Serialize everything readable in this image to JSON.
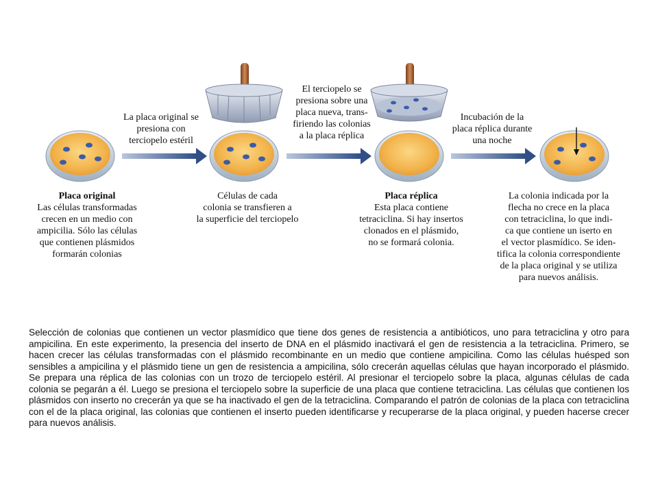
{
  "colors": {
    "agar": "#f2b24a",
    "agar_rim": "#b9c6d3",
    "colony": "#3b5ba8",
    "arrow": "#2f4f86",
    "velvet": "#c3ccdc",
    "handle": "#b86a3a"
  },
  "steps": {
    "press_original": [
      "La placa original se",
      "presiona con",
      "terciopelo estéril"
    ],
    "press_new": [
      "El terciopelo se",
      "presiona sobre una",
      "placa nueva, trans-",
      "firiendo las colonias",
      "a la placa réplica"
    ],
    "incubation": [
      "Incubación de la",
      "placa réplica durante",
      "una noche"
    ]
  },
  "plates": {
    "original": {
      "title": "Placa original",
      "lines": [
        "Las células transformadas",
        "crecen en un medio con",
        "ampicilia. Sólo las células",
        "que contienen plásmidos",
        "formarán colonias"
      ]
    },
    "velvet": {
      "lines": [
        "Células de cada",
        "colonia se transfieren a",
        "la superficie del terciopelo"
      ]
    },
    "replica": {
      "title": "Placa réplica",
      "lines": [
        "Esta placa contiene",
        "tetraciclina. Si hay insertos",
        "clonados en el plásmido,",
        "no se formará colonia."
      ]
    },
    "final": {
      "lines": [
        "La colonia indicada por la",
        "flecha no crece en la placa",
        "con tetraciclina, lo que indi-",
        "ca que contiene un iserto en",
        "el vector plasmídico. Se iden-",
        "tifica la colonia correspondiente",
        "de la placa original y se utiliza",
        "para nuevos análisis."
      ]
    }
  },
  "caption": "Selección de colonias que contienen un vector plasmídico que tiene dos genes de resistencia a antibióticos, uno para tetraciclina y otro para ampicilina. En este experimento, la presencia del inserto de DNA en el plásmido inactivará el gen de resistencia a la tetraciclina. Primero, se hacen crecer las células transformadas con el plásmido recombinante en un medio que contiene ampicilina. Como las células huésped son sensibles a ampicilina y el plásmido tiene un gen de resistencia a ampicilina, sólo crecerán aquellas células que hayan incorporado el plásmido. Se prepara una réplica de las colonias con un trozo de terciopelo estéril. Al presionar el terciopelo sobre la placa, algunas células de cada colonia se pegarán a él. Luego se presiona el terciopelo sobre la superficie de una placa que contiene tetraciclina. Las células que contienen los plásmidos con inserto no crecerán ya que se ha inactivado el gen de la tetraciclina. Comparando el patrón de colonias de la placa con tetraciclina con el de la placa original, las colonias que contienen el inserto pueden identificarse y recuperarse de la placa original, y pueden hacerse crecer para nuevos análisis."
}
